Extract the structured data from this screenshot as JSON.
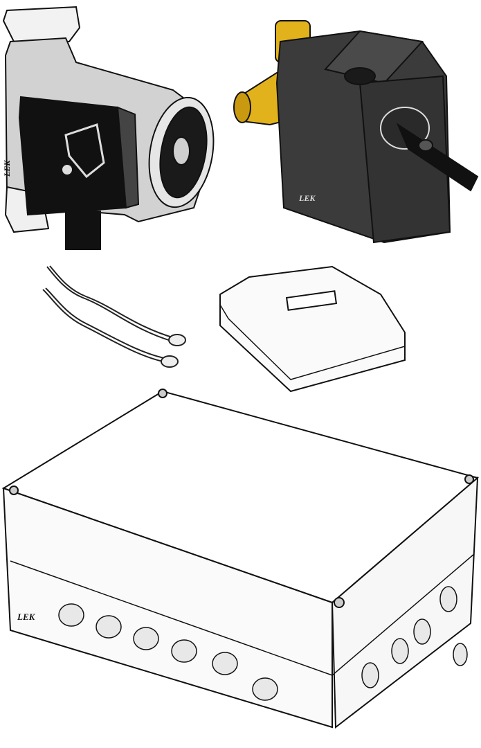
{
  "illustration": {
    "logos": {
      "pump_logo": "LEK",
      "actuator_logo": "LEK",
      "junction_box_logo": "LEK"
    },
    "colors": {
      "pump_body": "#d4d4d4",
      "pump_control": "#111111",
      "actuator_body": "#3b3b3b",
      "brass_fitting": "#e2b21c",
      "outline": "#111111"
    }
  }
}
